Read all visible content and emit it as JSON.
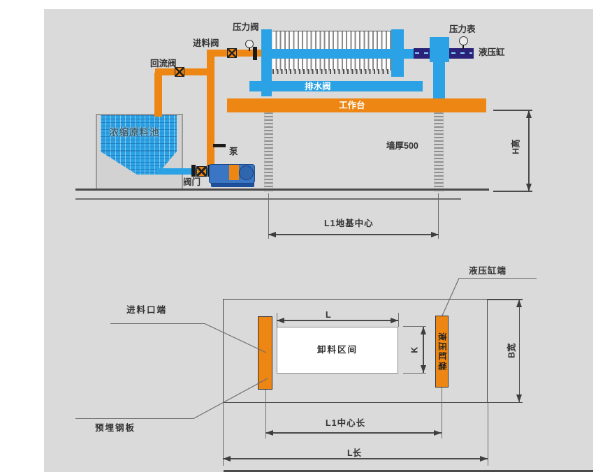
{
  "figure": {
    "colors": {
      "blue": "#2BA2E5",
      "orange": "#ED8612",
      "navy": "#2A2178",
      "panel_gray": "#DADADA"
    },
    "side_view": {
      "labels": {
        "pressure_valve": "压力阀",
        "feed_valve": "进料阀",
        "return_valve": "回流阀",
        "pressure_gauge": "压力表",
        "hydraulic_cylinder": "液压缸",
        "drain_valve": "排水阀",
        "workbench": "工作台",
        "raw_material_tank": "浓缩原料池",
        "pump": "泵",
        "valve": "阀门",
        "wall_thickness": "墙厚500",
        "height_dim": "H高",
        "foundation_center_dim": "L1地基中心"
      }
    },
    "plan_view": {
      "labels": {
        "feed_port_end": "进料口端",
        "embedded_steel_plate": "预埋钢板",
        "hydraulic_cylinder_end": "液压缸端",
        "hydraulic_cylinder_end_bar": "液压缸端",
        "discharge_area": "卸料区间",
        "length_dim": "L",
        "k_dim": "K",
        "width_dim": "B宽",
        "center_length_dim": "L1中心长",
        "total_length_dim": "L长"
      }
    }
  }
}
